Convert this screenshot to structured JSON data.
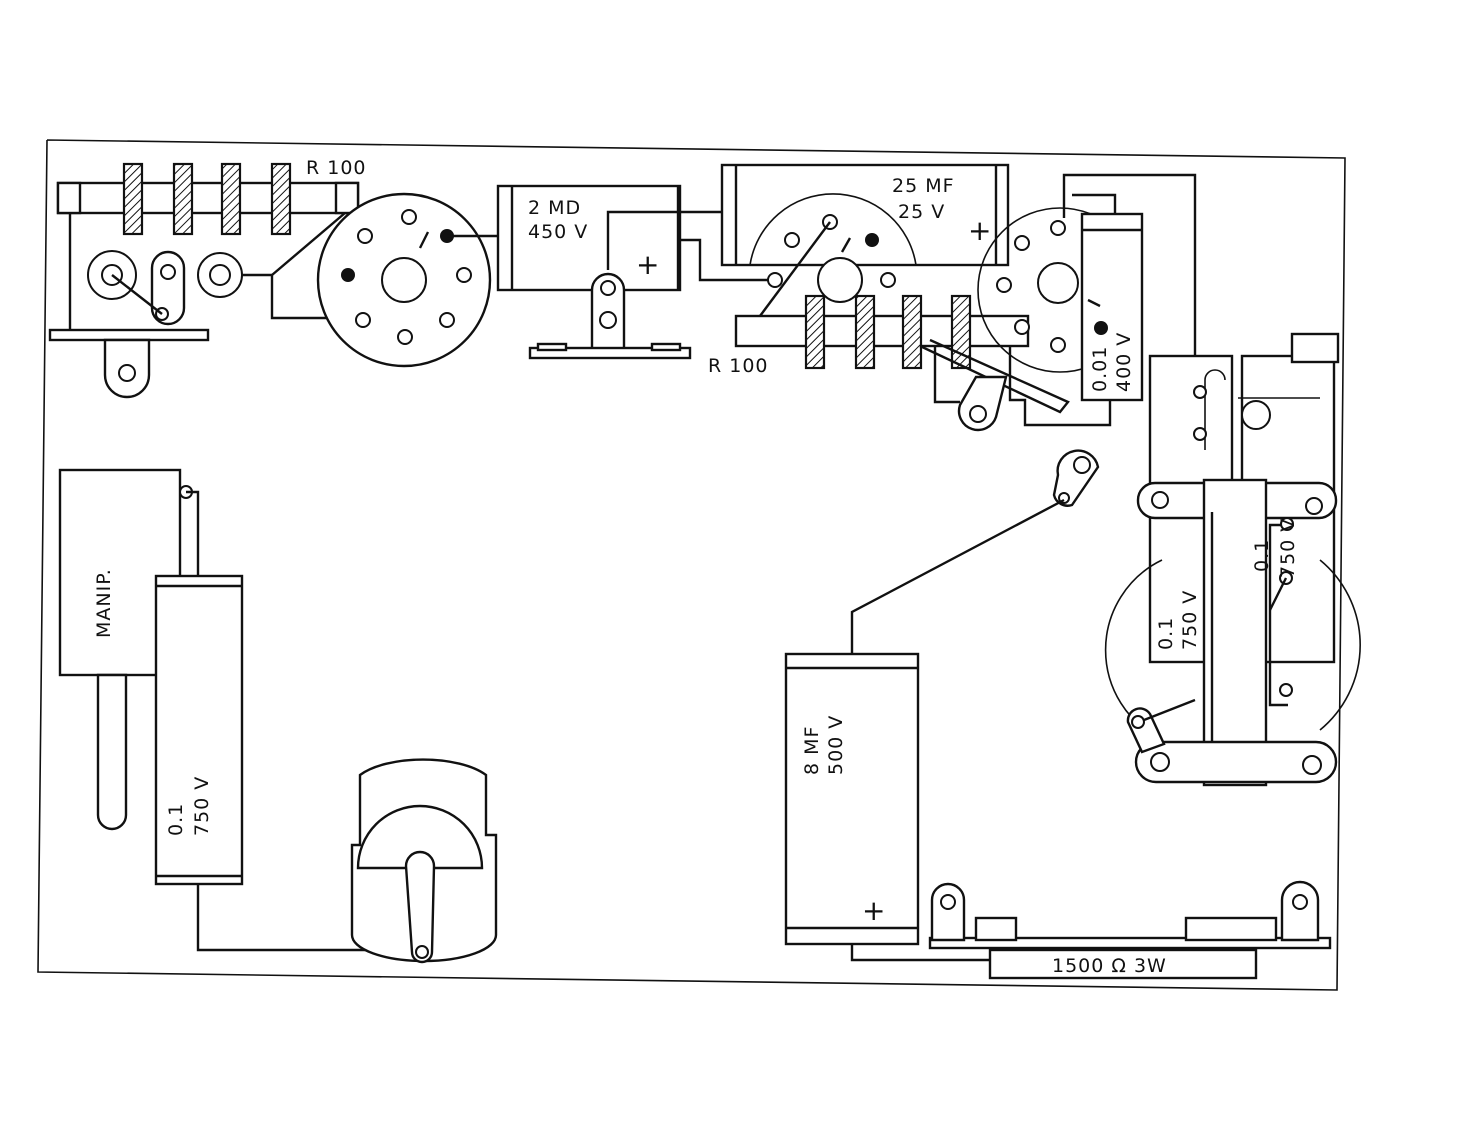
{
  "labels": {
    "r100_top": "R 100",
    "r100_mid": "R 100",
    "cap_2md_a": "2 MD",
    "cap_2md_b": "450 V",
    "cap_25mf_a": "25 MF",
    "cap_25mf_b": "25 V",
    "cap_001_a": "0.01",
    "cap_001_b": "400 V",
    "manip": "MANIP.",
    "cap_left_a": "0.1",
    "cap_left_b": "750 V",
    "cap_8mf_a": "8 MF",
    "cap_8mf_b": "500 V",
    "cap_r1_a": "0.1",
    "cap_r1_b": "750 V",
    "cap_r2_a": "0.1",
    "cap_r2_b": "750 V",
    "resistor_1500": "1500 Ω  3W",
    "plus_2md": "+",
    "plus_25mf": "+",
    "plus_8mf": "+"
  }
}
